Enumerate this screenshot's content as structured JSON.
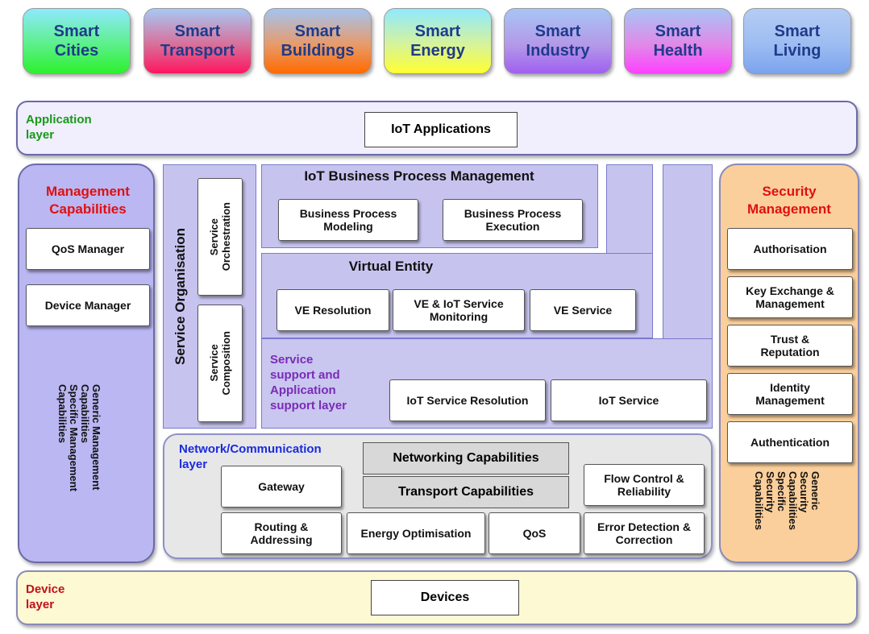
{
  "domains": [
    {
      "line1": "Smart",
      "line2": "Cities",
      "gradient": "linear-gradient(180deg,#8fe9ff 0%,#5cf08a 55%,#2df02d 100%)"
    },
    {
      "line1": "Smart",
      "line2": "Transport",
      "gradient": "linear-gradient(180deg,#a6c9f5 0%,#d8709a 55%,#ff1560 100%)"
    },
    {
      "line1": "Smart",
      "line2": "Buildings",
      "gradient": "linear-gradient(180deg,#a3c4f3 0%,#e79b6a 55%,#ff6a00 100%)"
    },
    {
      "line1": "Smart",
      "line2": "Energy",
      "gradient": "linear-gradient(180deg,#8fe9ff 0%,#d6f39a 55%,#ffff30 100%)"
    },
    {
      "line1": "Smart",
      "line2": "Industry",
      "gradient": "linear-gradient(180deg,#a7c5f5 0%,#b49ae8 55%,#a060f0 100%)"
    },
    {
      "line1": "Smart",
      "line2": "Health",
      "gradient": "linear-gradient(180deg,#a7c5f5 0%,#e08ae8 55%,#ff40ff 100%)"
    },
    {
      "line1": "Smart",
      "line2": "Living",
      "gradient": "linear-gradient(180deg,#b5cdf4 0%,#9dbcf2 55%,#7ba3ee 100%)"
    }
  ],
  "application_layer": {
    "label_line1": "Application",
    "label_line2": "layer",
    "box": "IoT Applications",
    "label_color": "#169a16"
  },
  "management": {
    "title_line1": "Management",
    "title_line2": "Capabilities",
    "title_color": "#e01010",
    "items": [
      "QoS Manager",
      "Device Manager"
    ],
    "vertical": [
      "Generic Management",
      "Capabilities",
      "Specific Management",
      "Capabilities"
    ]
  },
  "service_org": {
    "label": "Service Organisation",
    "orchestration": [
      "Service",
      "Orchestration"
    ],
    "composition": [
      "Service",
      "Composition"
    ]
  },
  "bpm": {
    "title": "IoT Business Process Management",
    "modeling": [
      "Business Process",
      "Modeling"
    ],
    "execution": [
      "Business Process",
      "Execution"
    ]
  },
  "virtual_entity": {
    "title": "Virtual Entity",
    "resolution": "VE Resolution",
    "monitoring": [
      "VE & IoT Service",
      "Monitoring"
    ],
    "service": "VE Service"
  },
  "service_support": {
    "label": [
      "Service",
      "support and",
      "Application",
      "support layer"
    ],
    "label_color": "#7a2bb8",
    "resolution": "IoT Service Resolution",
    "service": "IoT Service"
  },
  "network": {
    "label_line1": "Network/Communication",
    "label_line2": "layer",
    "label_color": "#1a2ae0",
    "networking": "Networking Capabilities",
    "transport": "Transport Capabilities",
    "gateway": "Gateway",
    "flow": [
      "Flow Control &",
      "Reliability"
    ],
    "routing": [
      "Routing &",
      "Addressing"
    ],
    "energy": "Energy Optimisation",
    "qos": "QoS",
    "error": [
      "Error Detection &",
      "Correction"
    ]
  },
  "security": {
    "title_line1": "Security",
    "title_line2": "Management",
    "title_color": "#e01010",
    "items": [
      [
        "Authorisation"
      ],
      [
        "Key Exchange &",
        "Management"
      ],
      [
        "Trust &",
        "Reputation"
      ],
      [
        "Identity",
        "Management"
      ],
      [
        "Authentication"
      ]
    ],
    "vertical": [
      "Generic",
      "Security",
      "Capabilities",
      "Specific",
      "Security",
      "Capabilities"
    ]
  },
  "device_layer": {
    "label_line1": "Device",
    "label_line2": "layer",
    "box": "Devices",
    "label_color": "#c0101a"
  }
}
